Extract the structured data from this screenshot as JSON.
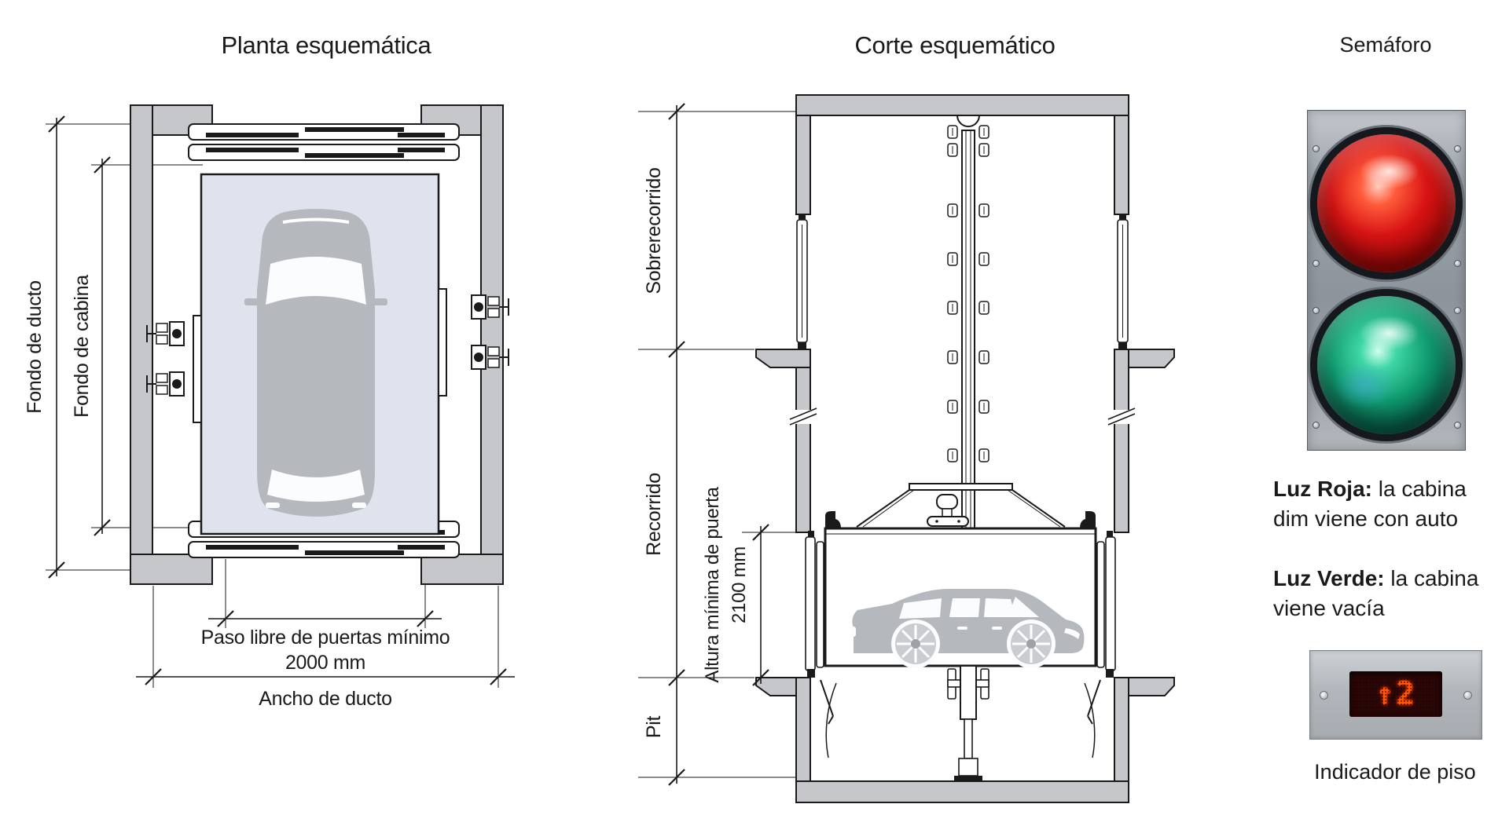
{
  "colors": {
    "line": "#1a1a1a",
    "wall": "#c6c7cb",
    "cabin_fill": "#dfe3ed",
    "car": "#b5b8bd",
    "red_light": "#d81414",
    "green_light": "#0f9a6e",
    "led": "#ff5505"
  },
  "plan": {
    "title": "Planta esquemática",
    "dim_fondo_ducto": "Fondo de ducto",
    "dim_fondo_cabina": "Fondo de cabina",
    "dim_paso_line1": "Paso libre de puertas mínimo",
    "dim_paso_line2": "2000 mm",
    "dim_ancho": "Ancho de ducto"
  },
  "section": {
    "title": "Corte esquemático",
    "dim_sobrerecorrido": "Sobrerecorrido",
    "dim_recorrido": "Recorrido",
    "dim_pit": "Pit",
    "dim_altura_line1": "Altura mínima de puerta",
    "dim_altura_line2": "2100 mm"
  },
  "semaforo": {
    "title": "Semáforo",
    "red_label": "Luz Roja:",
    "red_line1_rest": " la cabina",
    "red_line2": "viene con auto",
    "green_label": "Luz Verde:",
    "green_line1_rest": " la cabina",
    "green_line2": "viene vacía"
  },
  "indicator": {
    "display_value": "↑2",
    "caption": "Indicador de piso"
  }
}
